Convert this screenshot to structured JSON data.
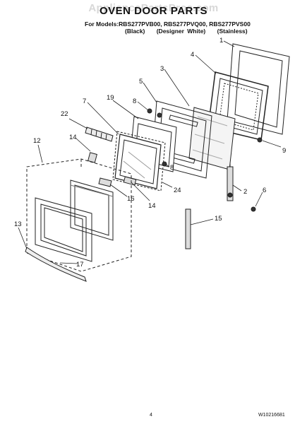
{
  "header": {
    "watermark": "AppliancePartsPros.com",
    "title": "OVEN DOOR PARTS",
    "models_line": "For Models:RBS277PVB00, RBS277PVQ00, RBS277PVS00",
    "variants": [
      "(Black)",
      "(Designer White)",
      "(Stainless)"
    ]
  },
  "callouts": [
    "1",
    "2",
    "3",
    "4",
    "5",
    "6",
    "7",
    "8",
    "8",
    "9",
    "12",
    "13",
    "14",
    "14",
    "15",
    "16",
    "17",
    "19",
    "22",
    "24"
  ],
  "footer": {
    "page_number": "4",
    "doc_id": "W10216681"
  }
}
